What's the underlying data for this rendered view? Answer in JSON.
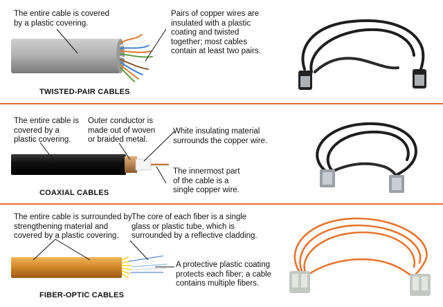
{
  "sections": [
    {
      "caption": "TWISTED-PAIR CABLES",
      "label_covering": "The entire cable is covered\nby a plastic covering.",
      "label_pairs": "Pairs of copper wires are\ninsulated with a plastic\ncoating and twisted\ntogether; most cables\ncontain at least two pairs."
    },
    {
      "caption": "COAXIAL CABLES",
      "label_covering": "The entire cable is\ncovered by a\nplastic covering.",
      "label_outer": "Outer conductor is\nmade out of woven\nor braided metal.",
      "label_insulating": "White insulating material\nsurrounds the copper wire.",
      "label_innermost": "The innermost part\nof the cable is a\nsingle copper wire."
    },
    {
      "caption": "FIBER-OPTIC CABLES",
      "label_strength": "The entire cable is surrounded by\nstrengthening material and\ncovered by a plastic covering.",
      "label_core": "The core of each fiber is a single\nglass or plastic tube, which is\nsurrounded by a reflective cladding.",
      "label_coating": "A protective plastic coating\nprotects each fiber; a cable\ncontains multiple fibers."
    }
  ],
  "colors": {
    "divider": "#e8673a",
    "twisted_jacket": "#a8a8a8",
    "coax_jacket": "#1a1a1a",
    "braid": "#b8804a",
    "fiber_jacket": "#d58a2a",
    "fiber_cable": "#e8742c",
    "black_cable": "#1e1e1e"
  }
}
